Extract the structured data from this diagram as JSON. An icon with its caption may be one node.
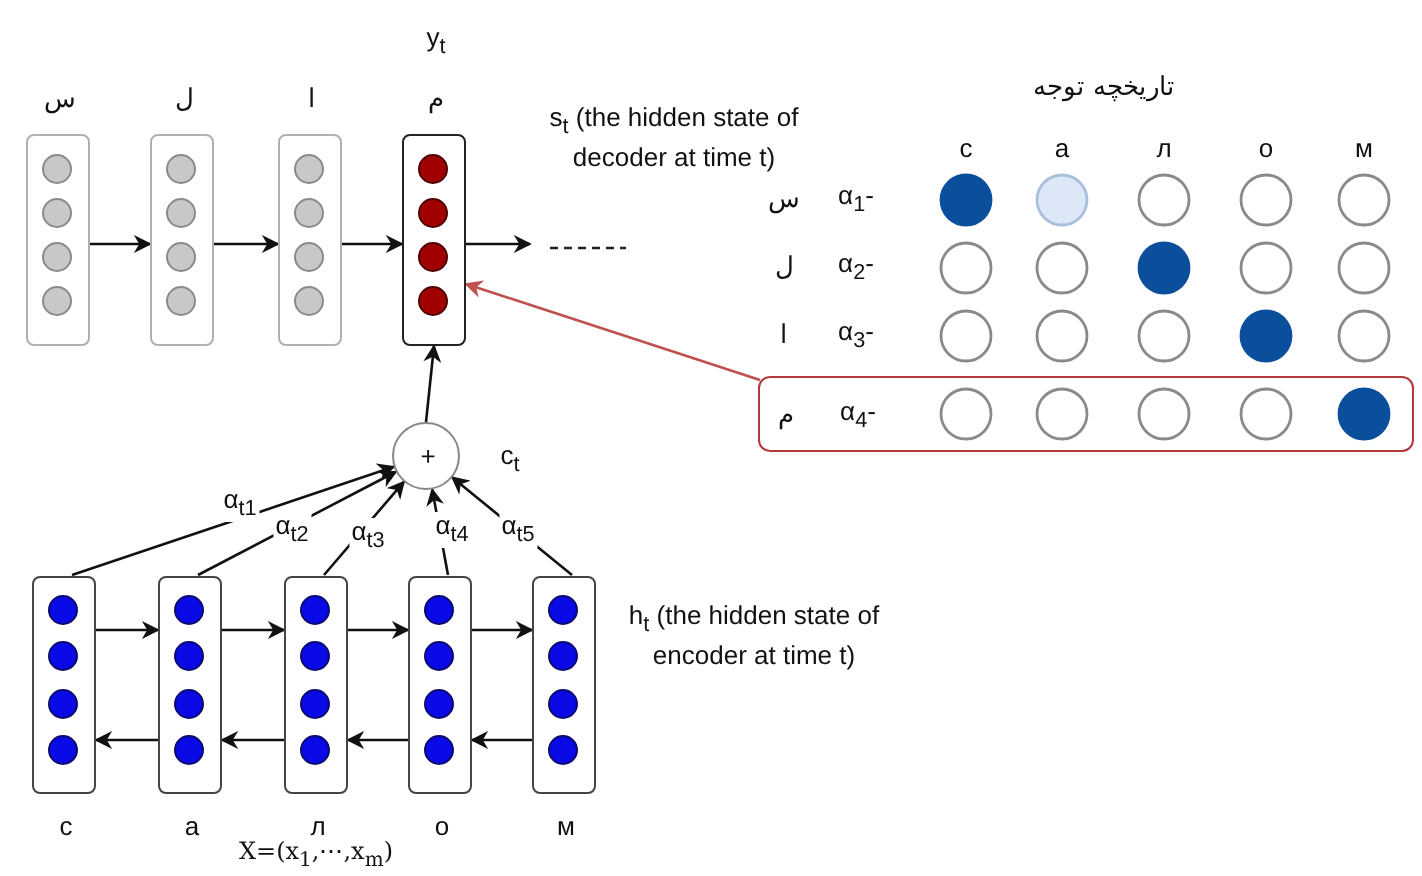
{
  "diagram": {
    "nodes": [
      {
        "text": [
          "س"
        ]
      },
      {
        "text": [
          "ل"
        ]
      },
      {
        "text": [
          "ا"
        ]
      },
      {
        "text": [
          "y$_{t}$",
          "م"
        ],
        "beside": [
          "s$_{t}$ (the hidden state of decoder at time t)"
        ]
      },
      {
        "text": [
          "+"
        ],
        "beside": [
          "c$_{t}$"
        ]
      },
      {
        "text": [
          "с"
        ]
      },
      {
        "text": [
          "а"
        ]
      },
      {
        "text": [
          "л"
        ]
      },
      {
        "text": [
          "о"
        ]
      },
      {
        "text": [
          "м"
        ],
        "beside": [
          "h$_{t}$ (the hidden state of encoder at time t)"
        ]
      },
      {
        "text": [
          "م",
          "α$_{4}$-"
        ]
      }
    ],
    "edges": [
      {
        "from": 0,
        "to": 1,
        "arrow": "to"
      },
      {
        "from": 1,
        "to": 2,
        "arrow": "to"
      },
      {
        "from": 2,
        "to": 3,
        "arrow": "to"
      },
      {
        "from": 3,
        "to": null,
        "arrow": "to"
      },
      {
        "from": 4,
        "to": 3,
        "arrow": "to"
      },
      {
        "from": 10,
        "to": 3,
        "arrow": "to",
        "color": "#c0504d"
      },
      {
        "from": 5,
        "to": 6,
        "arrow": "to"
      },
      {
        "from": 6,
        "to": 7,
        "arrow": "to"
      },
      {
        "from": 7,
        "to": 8,
        "arrow": "to"
      },
      {
        "from": 8,
        "to": 9,
        "arrow": "to"
      },
      {
        "from": 9,
        "to": 8,
        "arrow": "to"
      },
      {
        "from": 8,
        "to": 7,
        "arrow": "to"
      },
      {
        "from": 7,
        "to": 6,
        "arrow": "to"
      },
      {
        "from": 6,
        "to": 5,
        "arrow": "to"
      },
      {
        "from": 5,
        "to": 4,
        "arrow": "to",
        "label": "α$_{t1}$"
      },
      {
        "from": 6,
        "to": 4,
        "arrow": "to",
        "label": "α$_{t2}$"
      },
      {
        "from": 7,
        "to": 4,
        "arrow": "to",
        "label": "α$_{t3}$"
      },
      {
        "from": 8,
        "to": 4,
        "arrow": "to",
        "label": "α$_{t4}$"
      },
      {
        "from": 9,
        "to": 4,
        "arrow": "to",
        "label": "α$_{t5}$"
      }
    ],
    "labels": [
      "تاریخچه توجه",
      "с",
      "а",
      "л",
      "о",
      "м",
      "س",
      "α$_{1}$-",
      "ل",
      "α$_{2}$-",
      "ا",
      "α$_{3}$-",
      "X=(x$_{1}$,⋯,x$_{m}$)"
    ]
  }
}
